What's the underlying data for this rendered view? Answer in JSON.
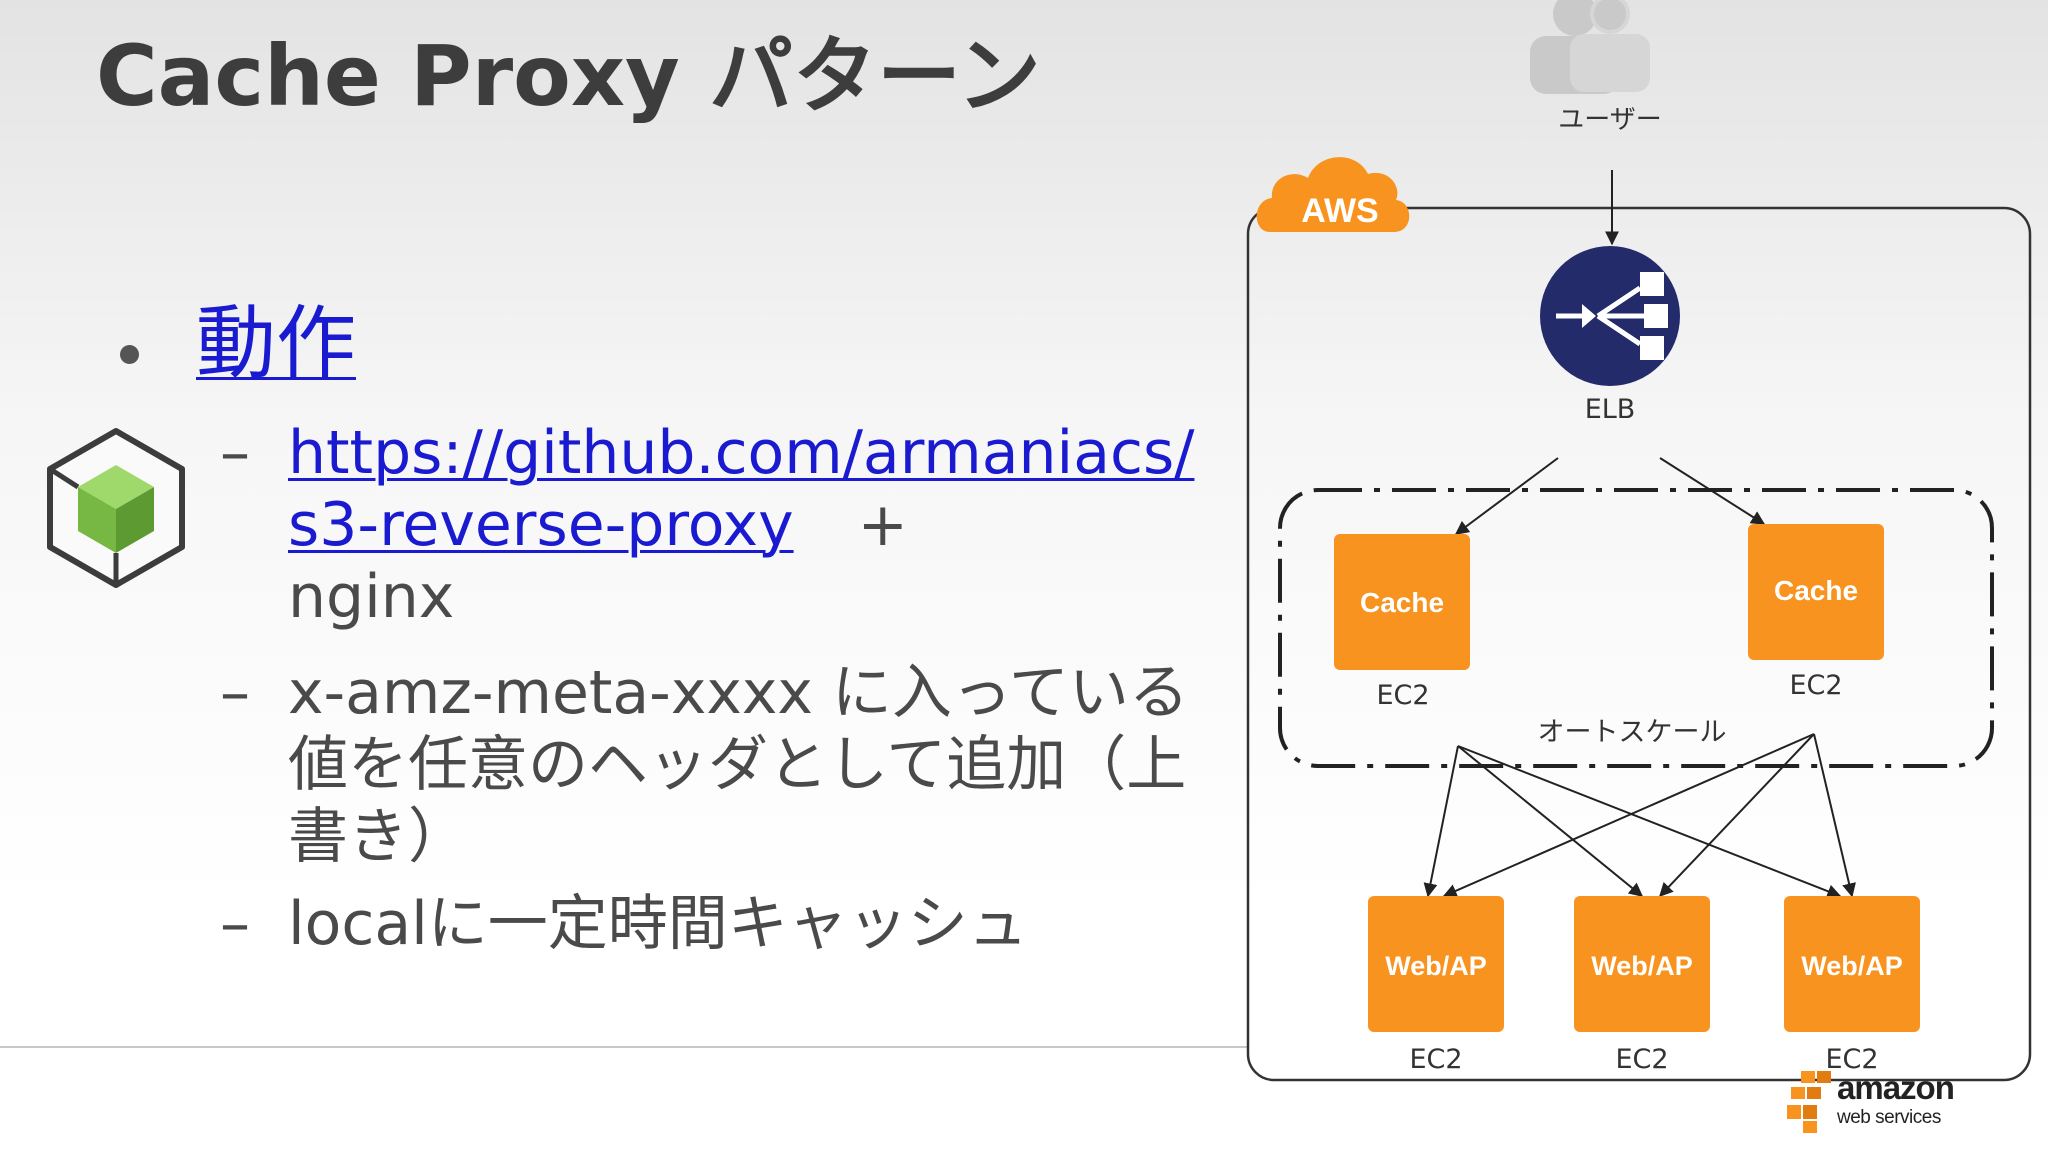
{
  "slide": {
    "title": "Cache Proxy パターン",
    "bullet_heading": "動作",
    "items": [
      {
        "link": "https://github.com/armaniacs/s3-reverse-proxy",
        "suffix_plus": "+",
        "suffix_text": "nginx"
      },
      {
        "text": "x-amz-meta-xxxx に入っている値を任意のヘッダとして追加（上書き）"
      },
      {
        "text": "localに一定時間キャッシュ"
      }
    ],
    "dash": "–"
  },
  "diagram": {
    "user_label": "ユーザー",
    "cloud_label": "AWS",
    "elb_label": "ELB",
    "autoscale_label": "オートスケール",
    "cache_nodes": [
      {
        "label": "Cache",
        "sublabel": "EC2"
      },
      {
        "label": "Cache",
        "sublabel": "EC2"
      }
    ],
    "web_nodes": [
      {
        "label": "Web/AP",
        "sublabel": "EC2"
      },
      {
        "label": "Web/AP",
        "sublabel": "EC2"
      },
      {
        "label": "Web/AP",
        "sublabel": "EC2"
      }
    ]
  },
  "logo": {
    "line1": "amazon",
    "line2": "web services"
  },
  "colors": {
    "orange": "#f7931e",
    "elb_navy": "#232b6b",
    "link": "#1a1ad0",
    "text": "#4a4a4a"
  }
}
